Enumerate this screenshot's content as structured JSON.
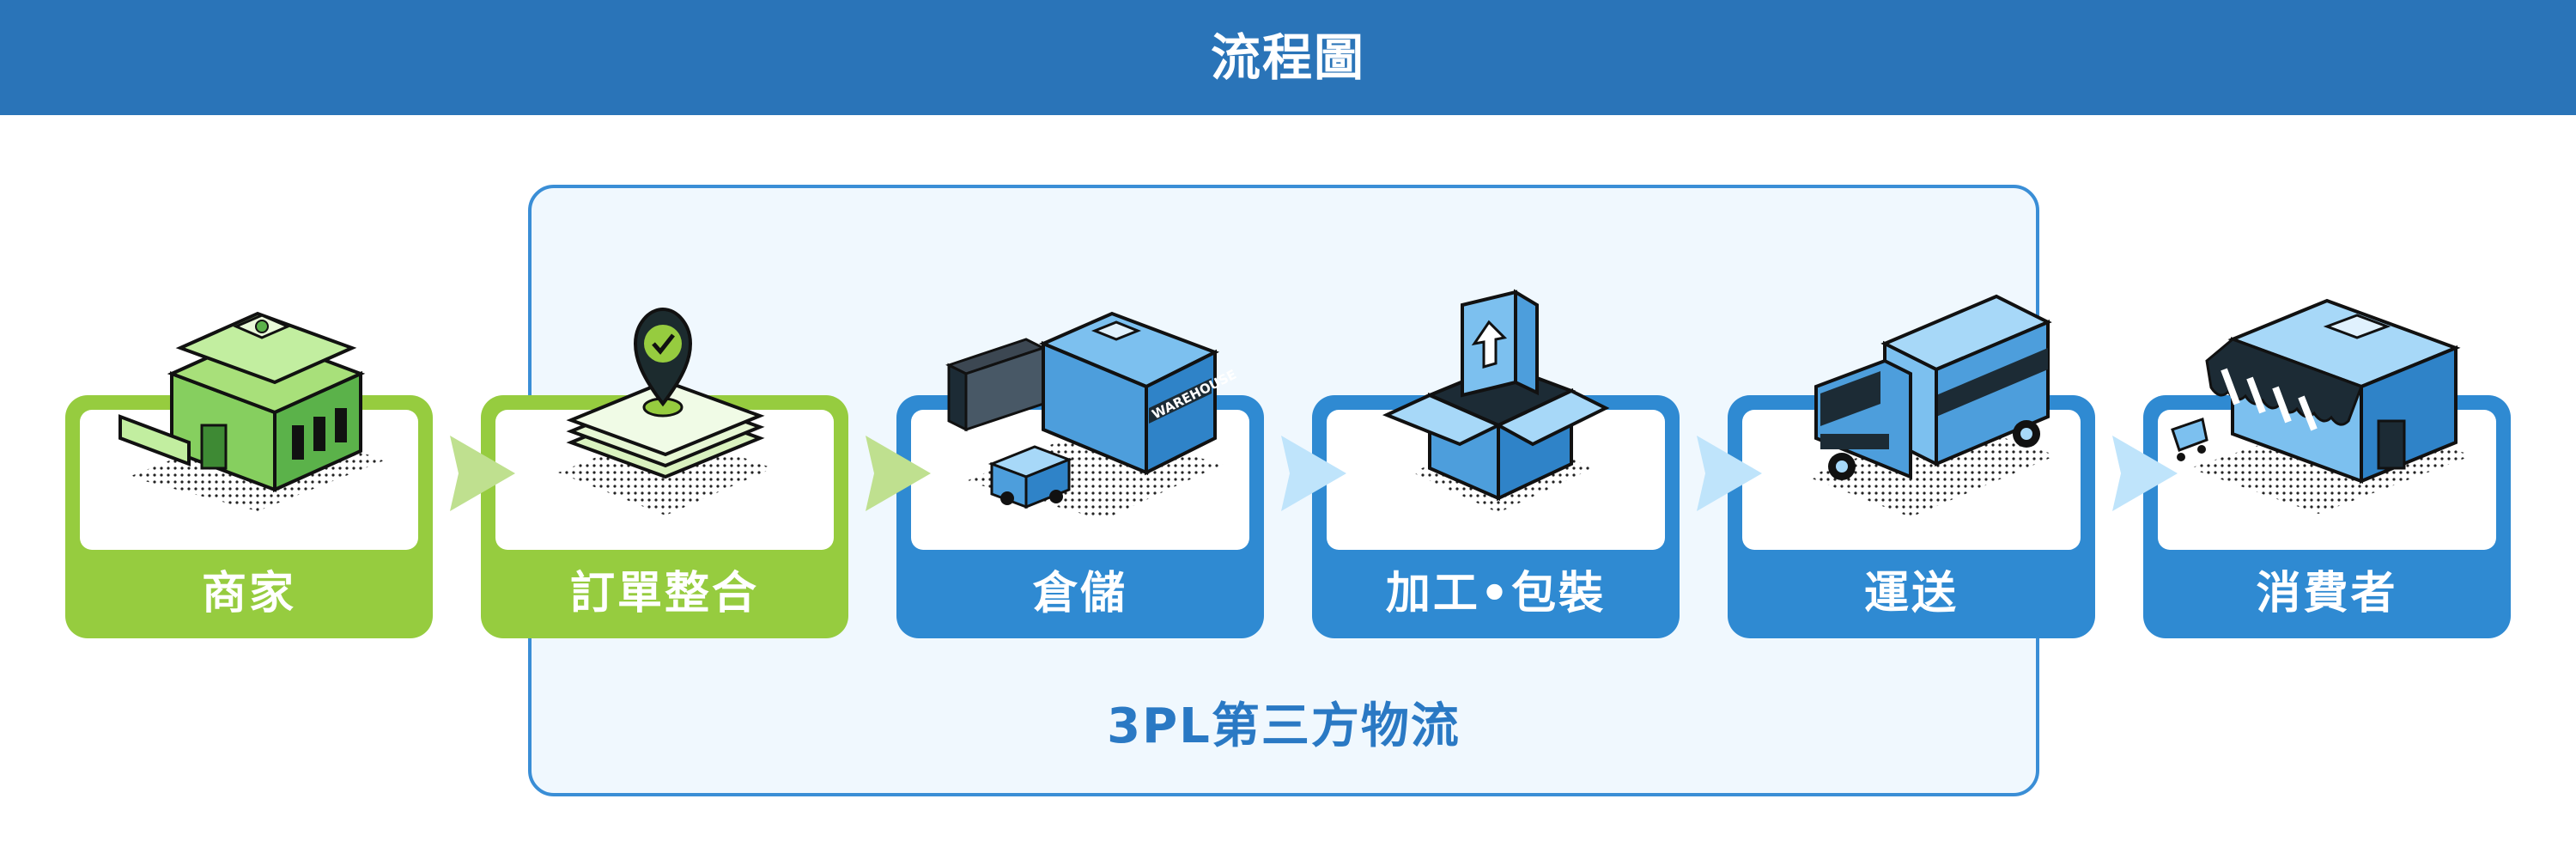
{
  "title": "流程圖",
  "steps": [
    {
      "label": "商家",
      "icon": "storefront-icon"
    },
    {
      "label": "訂單整合",
      "icon": "order-documents-pin-icon"
    },
    {
      "label": "倉儲",
      "icon": "warehouse-icon"
    },
    {
      "label": "加工•包裝",
      "icon": "package-box-icon"
    },
    {
      "label": "運送",
      "icon": "delivery-truck-icon"
    },
    {
      "label": "消費者",
      "icon": "retail-shop-icon"
    }
  ],
  "group": {
    "label": "3PL第三方物流"
  },
  "warehouse_sign": "WAREHOUSE",
  "colors": {
    "header": "#2a74b8",
    "green": "#96cc3f",
    "blue": "#2f8ad2",
    "region_fill": "#f0f8fe",
    "region_border": "#3a8ed6",
    "arrow_green": "#bfe08f",
    "arrow_blue": "#bfe4fb"
  }
}
